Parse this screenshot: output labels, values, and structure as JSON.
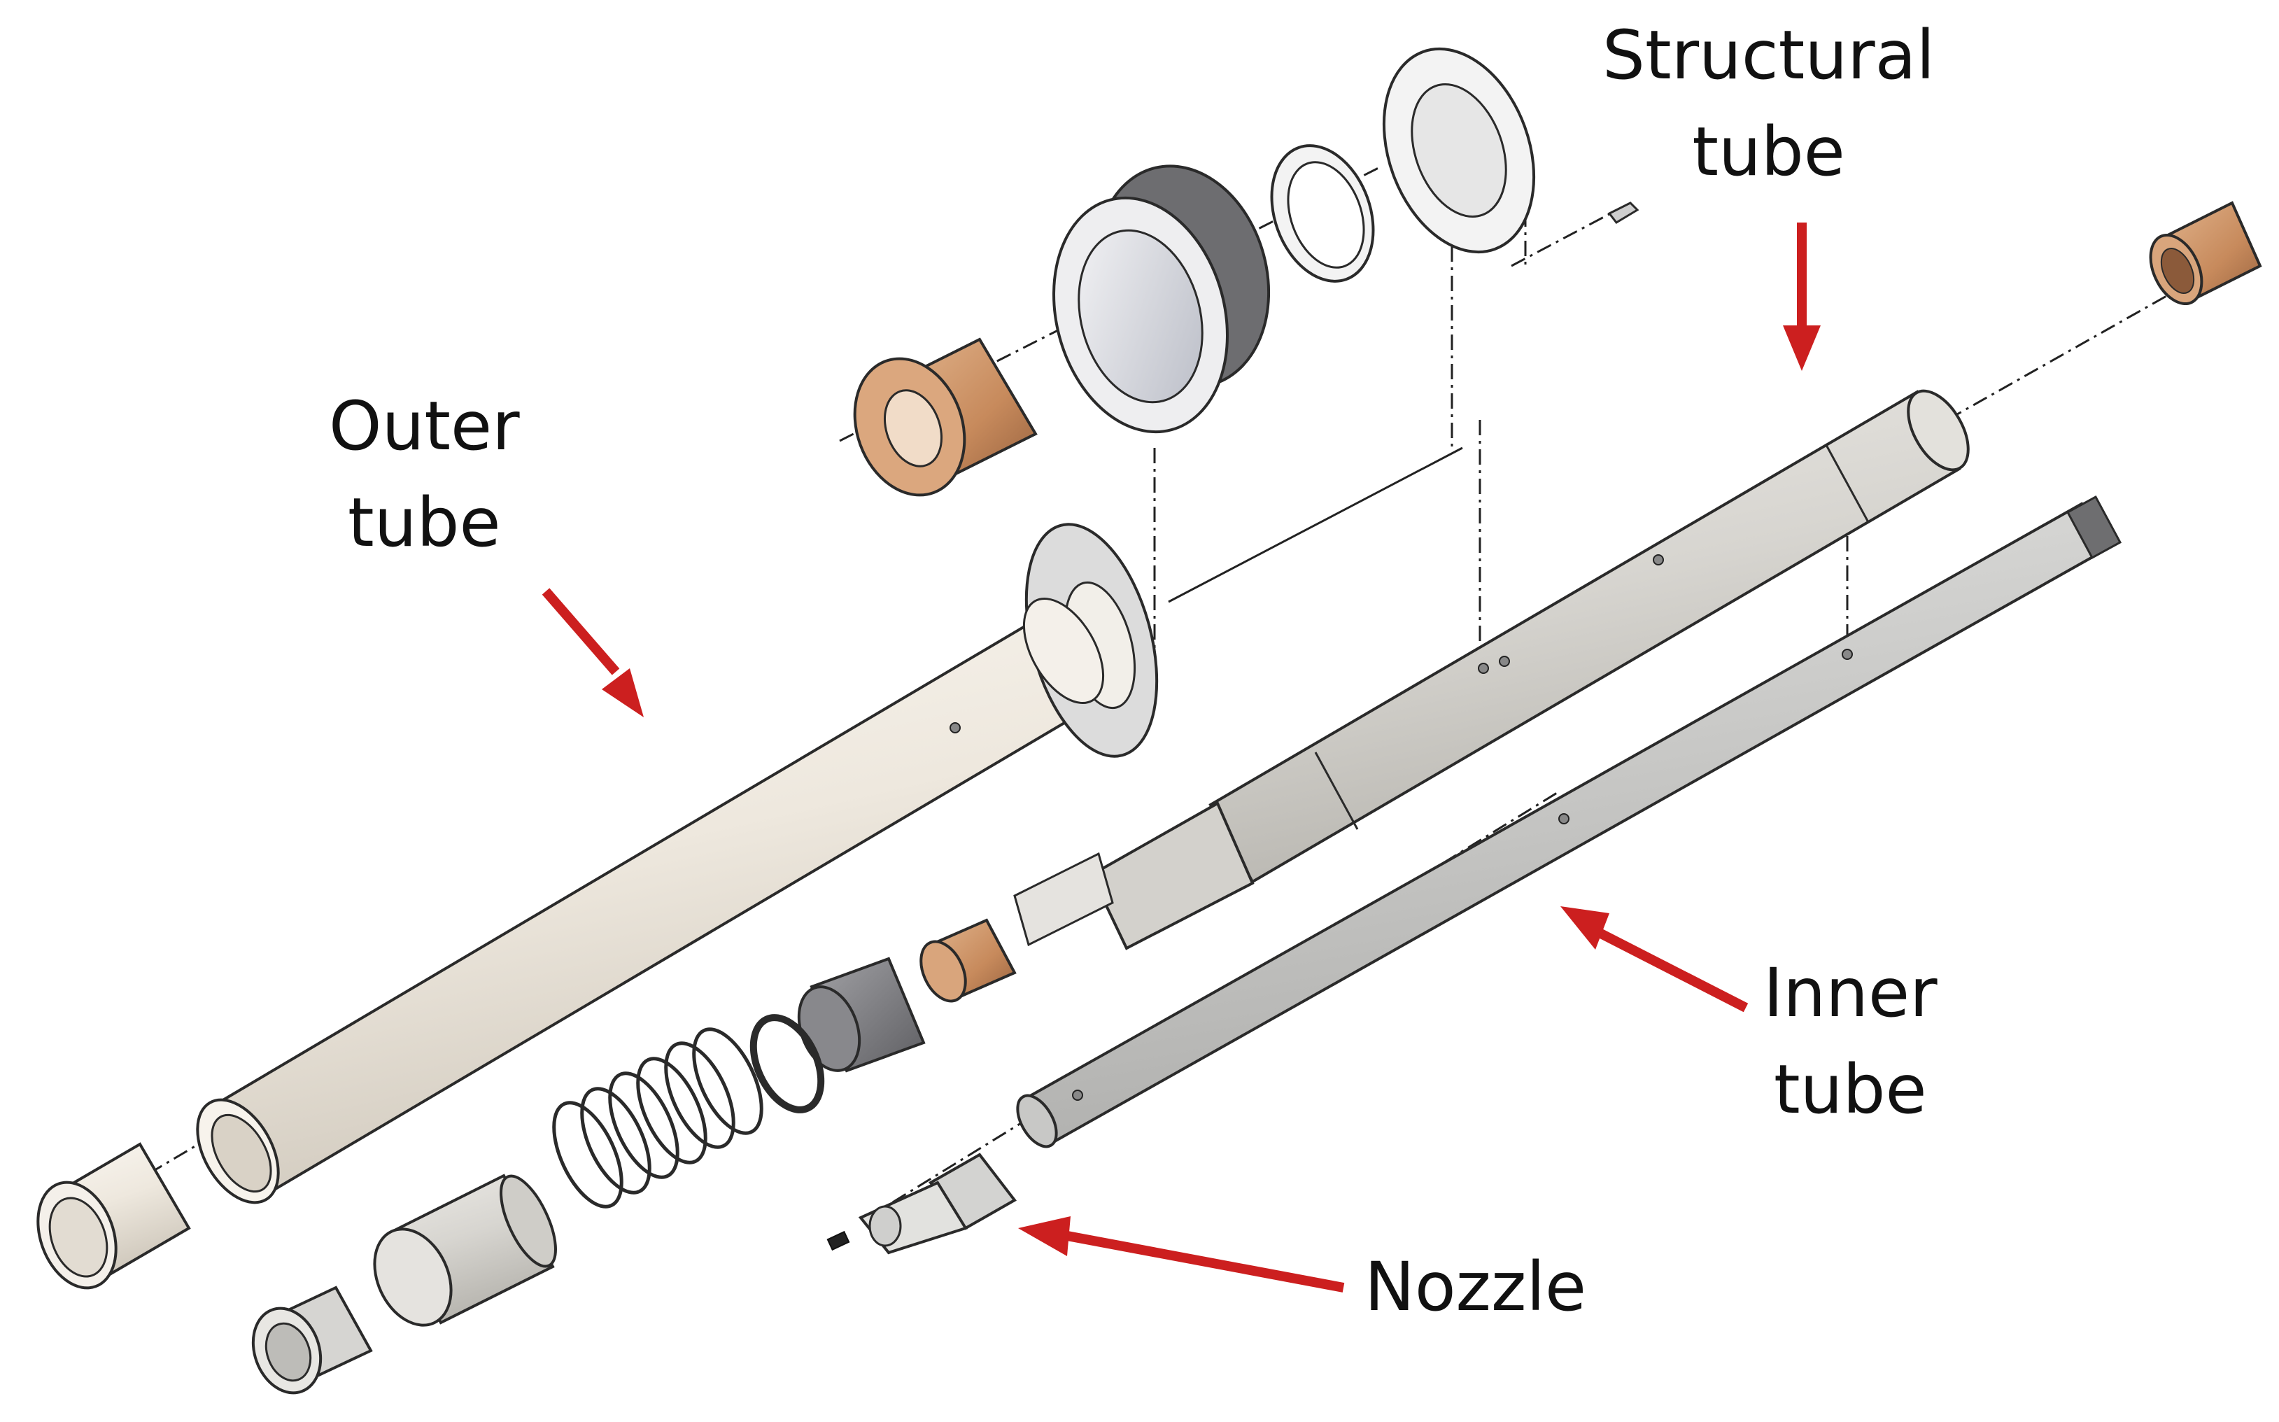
{
  "labels": {
    "outer_tube": [
      "Outer",
      "tube"
    ],
    "structural_tube": [
      "Structural",
      "tube"
    ],
    "inner_tube": [
      "Inner",
      "tube"
    ],
    "nozzle": "Nozzle"
  },
  "colors": {
    "arrow": "#cc1f1f",
    "outer_tube": "#ede7dd",
    "structural_tube": "#d6d4cf",
    "inner_tube": "#cfcfcd",
    "bronze": "#c98e62",
    "dark_part": "#7c7c80",
    "outline": "#2a2a2a"
  }
}
